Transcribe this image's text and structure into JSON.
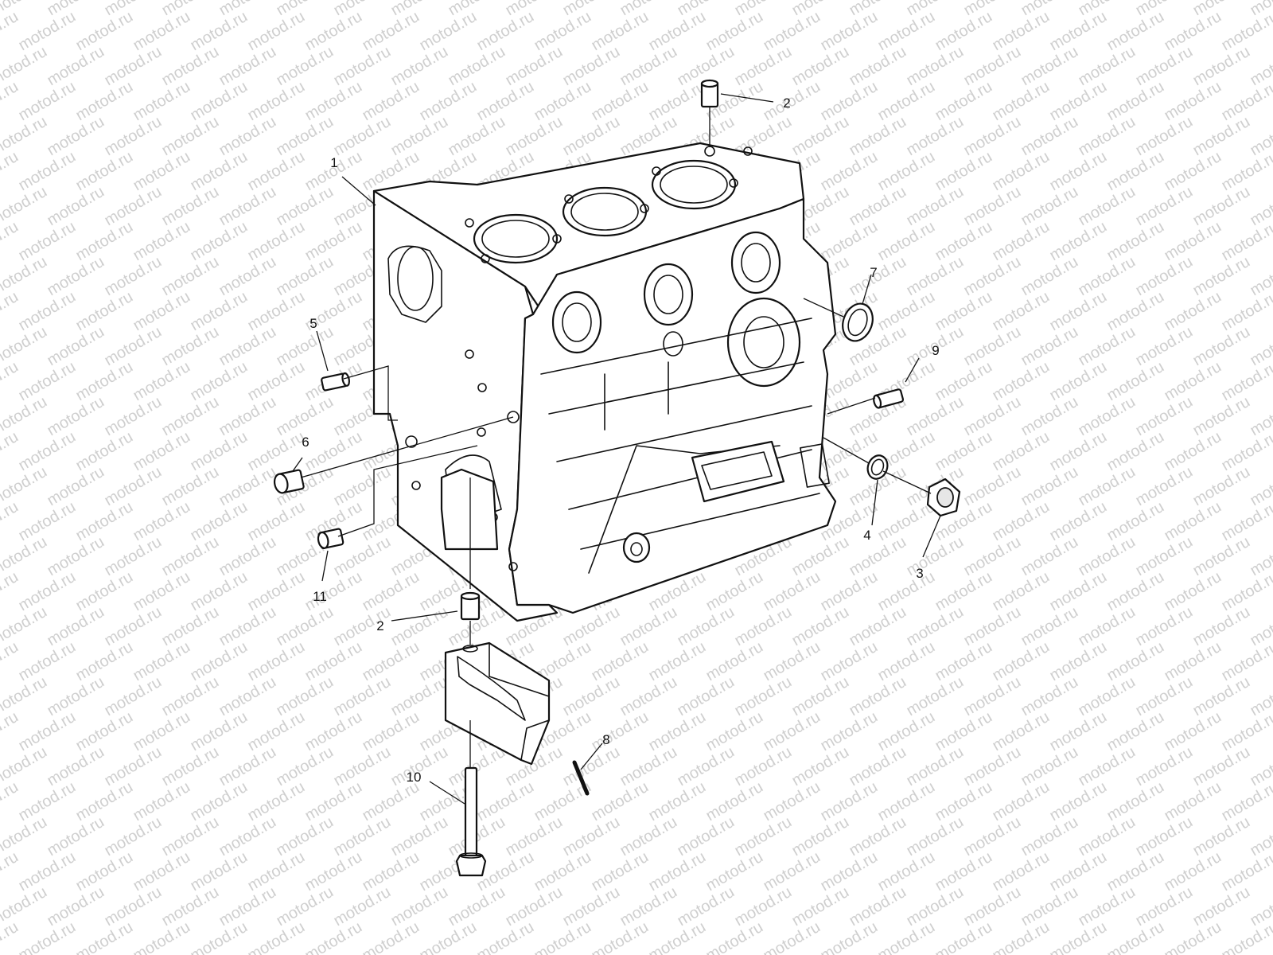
{
  "watermark": {
    "text": "motod.ru",
    "color": "#cfcfcf"
  },
  "callouts": [
    {
      "id": "c1",
      "text": "1"
    },
    {
      "id": "c2a",
      "text": "2"
    },
    {
      "id": "c2b",
      "text": "2"
    },
    {
      "id": "c3",
      "text": "3"
    },
    {
      "id": "c4",
      "text": "4"
    },
    {
      "id": "c5",
      "text": "5"
    },
    {
      "id": "c6",
      "text": "6"
    },
    {
      "id": "c7",
      "text": "7"
    },
    {
      "id": "c8",
      "text": "8"
    },
    {
      "id": "c9",
      "text": "9"
    },
    {
      "id": "c10",
      "text": "10"
    },
    {
      "id": "c11",
      "text": "11"
    }
  ]
}
